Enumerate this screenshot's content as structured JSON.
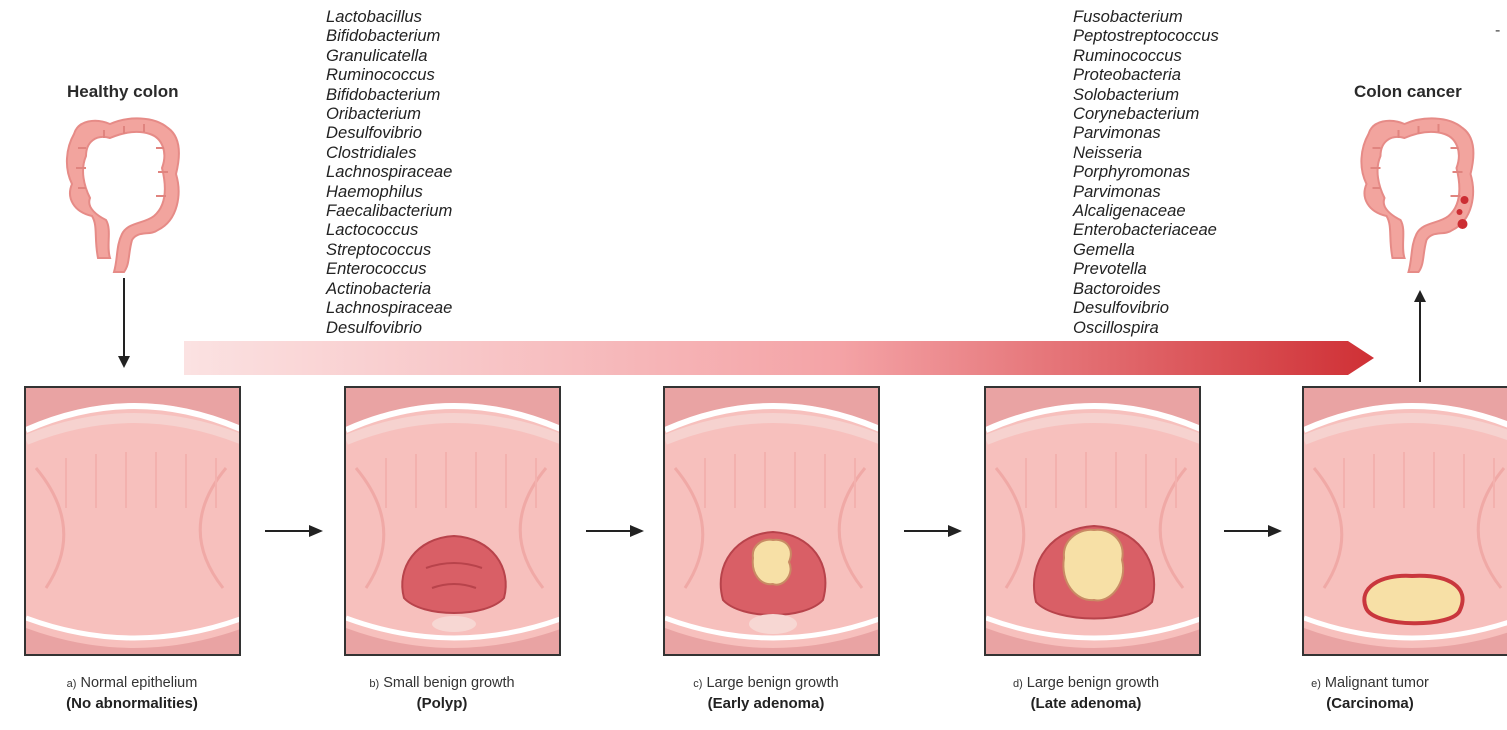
{
  "headings": {
    "left": "Healthy colon",
    "right": "Colon cancer"
  },
  "bacteria_left": [
    "Lactobacillus",
    "Bifidobacterium",
    "Granulicatella",
    "Ruminococcus",
    "Bifidobacterium",
    "Oribacterium",
    "Desulfovibrio",
    "Clostridiales",
    "Lachnospiraceae",
    "Haemophilus",
    "Faecalibacterium",
    "Lactococcus",
    "Streptococcus",
    "Enterococcus",
    "Actinobacteria",
    "Lachnospiraceae",
    "Desulfovibrio"
  ],
  "bacteria_right": [
    "Fusobacterium",
    "Peptostreptococcus",
    "Ruminococcus",
    "Proteobacteria",
    "Solobacterium",
    "Corynebacterium",
    "Parvimonas",
    "Neisseria",
    "Porphyromonas",
    "Parvimonas",
    "Alcaligenaceae",
    "Enterobacteriaceae",
    "Gemella",
    "Prevotella",
    "Bactoroides",
    "Desulfovibrio",
    "Oscillospira"
  ],
  "stages": [
    {
      "letter": "a)",
      "label": "Normal epithelium",
      "sub": "(No abnormalities)"
    },
    {
      "letter": "b)",
      "label": "Small benign growth",
      "sub": "(Polyp)"
    },
    {
      "letter": "c)",
      "label": "Large benign growth",
      "sub": "(Early adenoma)"
    },
    {
      "letter": "d)",
      "label": "Large benign growth",
      "sub": "(Late adenoma)"
    },
    {
      "letter": "e)",
      "label": "Malignant tumor",
      "sub": "(Carcinoma)"
    }
  ],
  "corner_mark": "-",
  "colors": {
    "gradient_start": "#fbe3e3",
    "gradient_end": "#d0383a",
    "tissue": "#f5b4b1",
    "tissue_dark": "#d97f85",
    "growth": "#d95f66",
    "tumor_core": "#f7e0a6"
  }
}
